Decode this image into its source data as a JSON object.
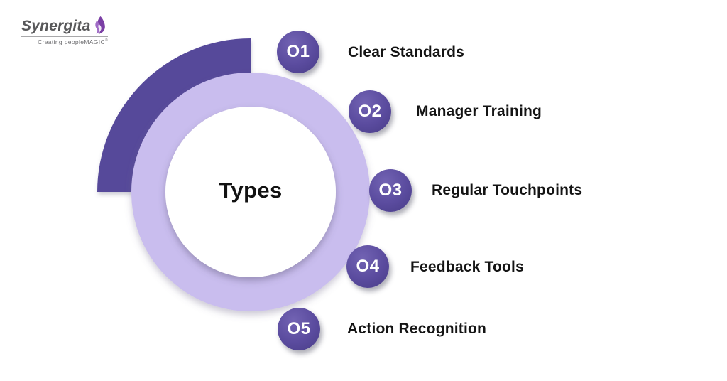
{
  "logo": {
    "brand": "Synergita",
    "tagline": "Creating peopleMAGIC",
    "registered_mark": "®"
  },
  "diagram": {
    "center_label": "Types",
    "items": [
      {
        "number": "O1",
        "label": "Clear Standards"
      },
      {
        "number": "O2",
        "label": "Manager Training"
      },
      {
        "number": "O3",
        "label": "Regular Touchpoints"
      },
      {
        "number": "O4",
        "label": "Feedback Tools"
      },
      {
        "number": "O5",
        "label": "Action Recognition"
      }
    ],
    "colors": {
      "arc_dark": "#57489a",
      "ring_light": "#c9bdee",
      "badge": "#5a4b9e",
      "badge_text": "#ffffff",
      "label_text": "#141414"
    }
  }
}
